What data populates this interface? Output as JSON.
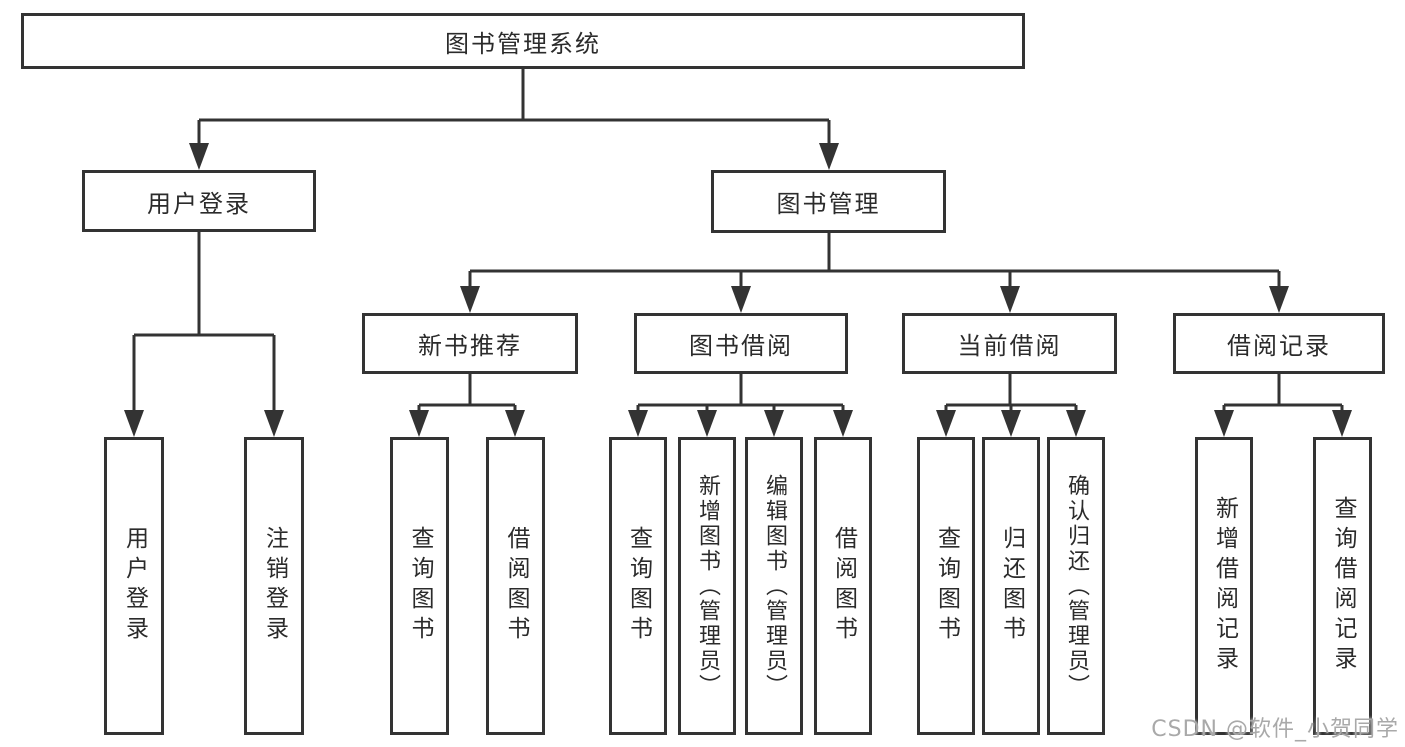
{
  "diagram": {
    "root": {
      "label": "图书管理系统"
    },
    "level2": [
      {
        "label": "用户登录"
      },
      {
        "label": "图书管理"
      }
    ],
    "level3": [
      {
        "label": "新书推荐"
      },
      {
        "label": "图书借阅"
      },
      {
        "label": "当前借阅"
      },
      {
        "label": "借阅记录"
      }
    ],
    "leaves": {
      "user_login": [
        "用户登录",
        "注销登录"
      ],
      "new_book": [
        "查询图书",
        "借阅图书"
      ],
      "book_borrow": [
        "查询图书",
        "新增图书（管理员）",
        "编辑图书（管理员）",
        "借阅图书"
      ],
      "current_borrow": [
        "查询图书",
        "归还图书",
        "确认归还（管理员）"
      ],
      "borrow_records": [
        "新增借阅记录",
        "查询借阅记录"
      ]
    }
  },
  "watermark": {
    "text": "CSDN @软件_小贺同学"
  },
  "colors": {
    "line": "#333333",
    "box_fill": "#ffffff",
    "text": "#2b2b2b",
    "watermark": "#a9a9a9"
  }
}
